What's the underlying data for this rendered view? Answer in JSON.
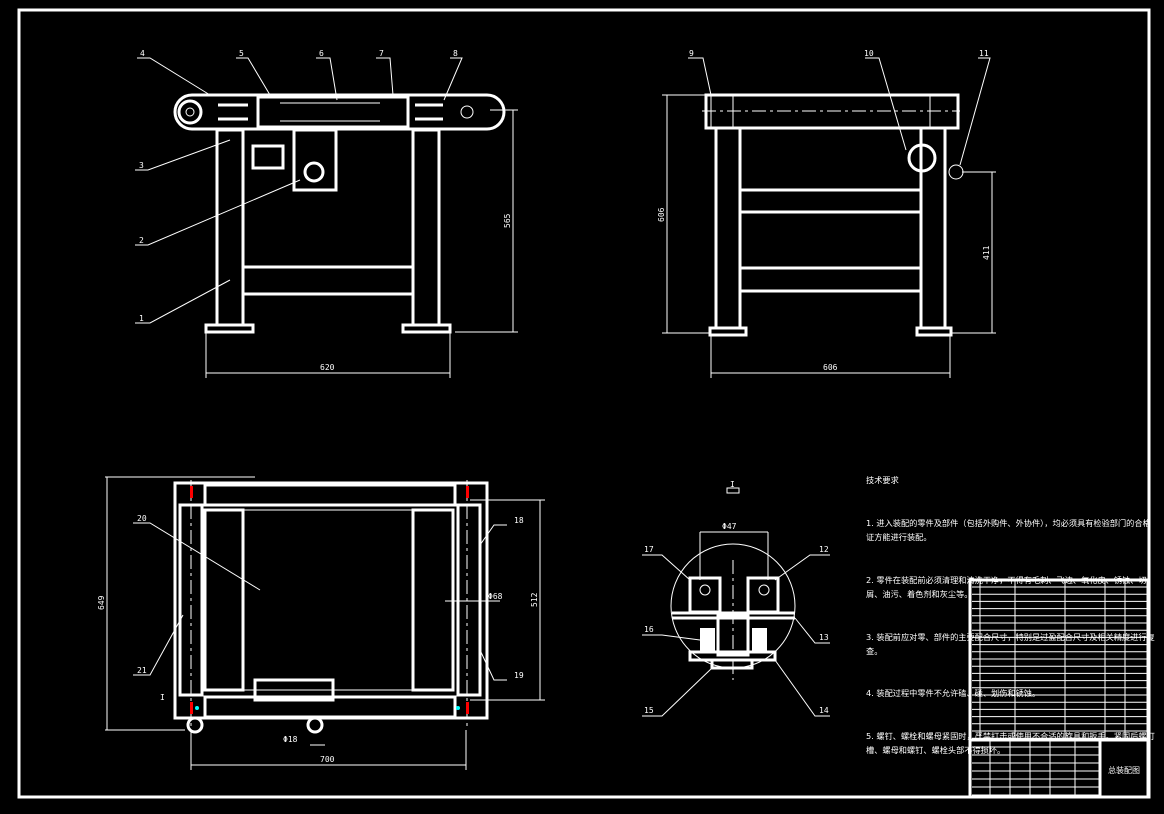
{
  "colors": {
    "background": "#000000",
    "line": "#ffffff",
    "accent_red": "#ff0000",
    "accent_cyan": "#00ffff"
  },
  "front_view": {
    "part_labels": [
      "1",
      "2",
      "3",
      "4",
      "5",
      "6",
      "7",
      "8"
    ],
    "dim_width": "620",
    "dim_height": "565"
  },
  "side_view": {
    "part_labels": [
      "9",
      "10",
      "11"
    ],
    "dim_height": "606",
    "dim_width": "606",
    "dim_drive_height": "411"
  },
  "top_view": {
    "part_labels": [
      "18",
      "19",
      "20",
      "21"
    ],
    "dim_length": "649",
    "dim_inner": "512",
    "dim_width": "700",
    "dim_roller_dia": "Φ68",
    "dim_shaft_dia": "Φ18",
    "section_mark": "I"
  },
  "detail_view": {
    "view_label": "I",
    "part_labels": [
      "12",
      "13",
      "14",
      "15",
      "16",
      "17"
    ],
    "dim_bore": "Φ47"
  },
  "requirements": {
    "title": "技术要求",
    "items": [
      "1. 进入装配的零件及部件（包括外购件、外协件），均必须具有检验部门的合格证方能进行装配。",
      "2. 零件在装配前必须清理和清洗干净，不得有毛刺、飞边、氧化皮、锈蚀、切屑、油污、着色剂和灰尘等。",
      "3. 装配前应对零、部件的主要配合尺寸，特别是过盈配合尺寸及相关精度进行复查。",
      "4. 装配过程中零件不允许磕、碰、划伤和锈蚀。",
      "5. 螺钉、螺栓和螺母紧固时，严禁打击或使用不合适的旋具和扳手。紧固后螺钉槽、螺母和螺钉、螺栓头部不得损坏。"
    ]
  },
  "title_block": {
    "drawing_title": "总装配图"
  }
}
